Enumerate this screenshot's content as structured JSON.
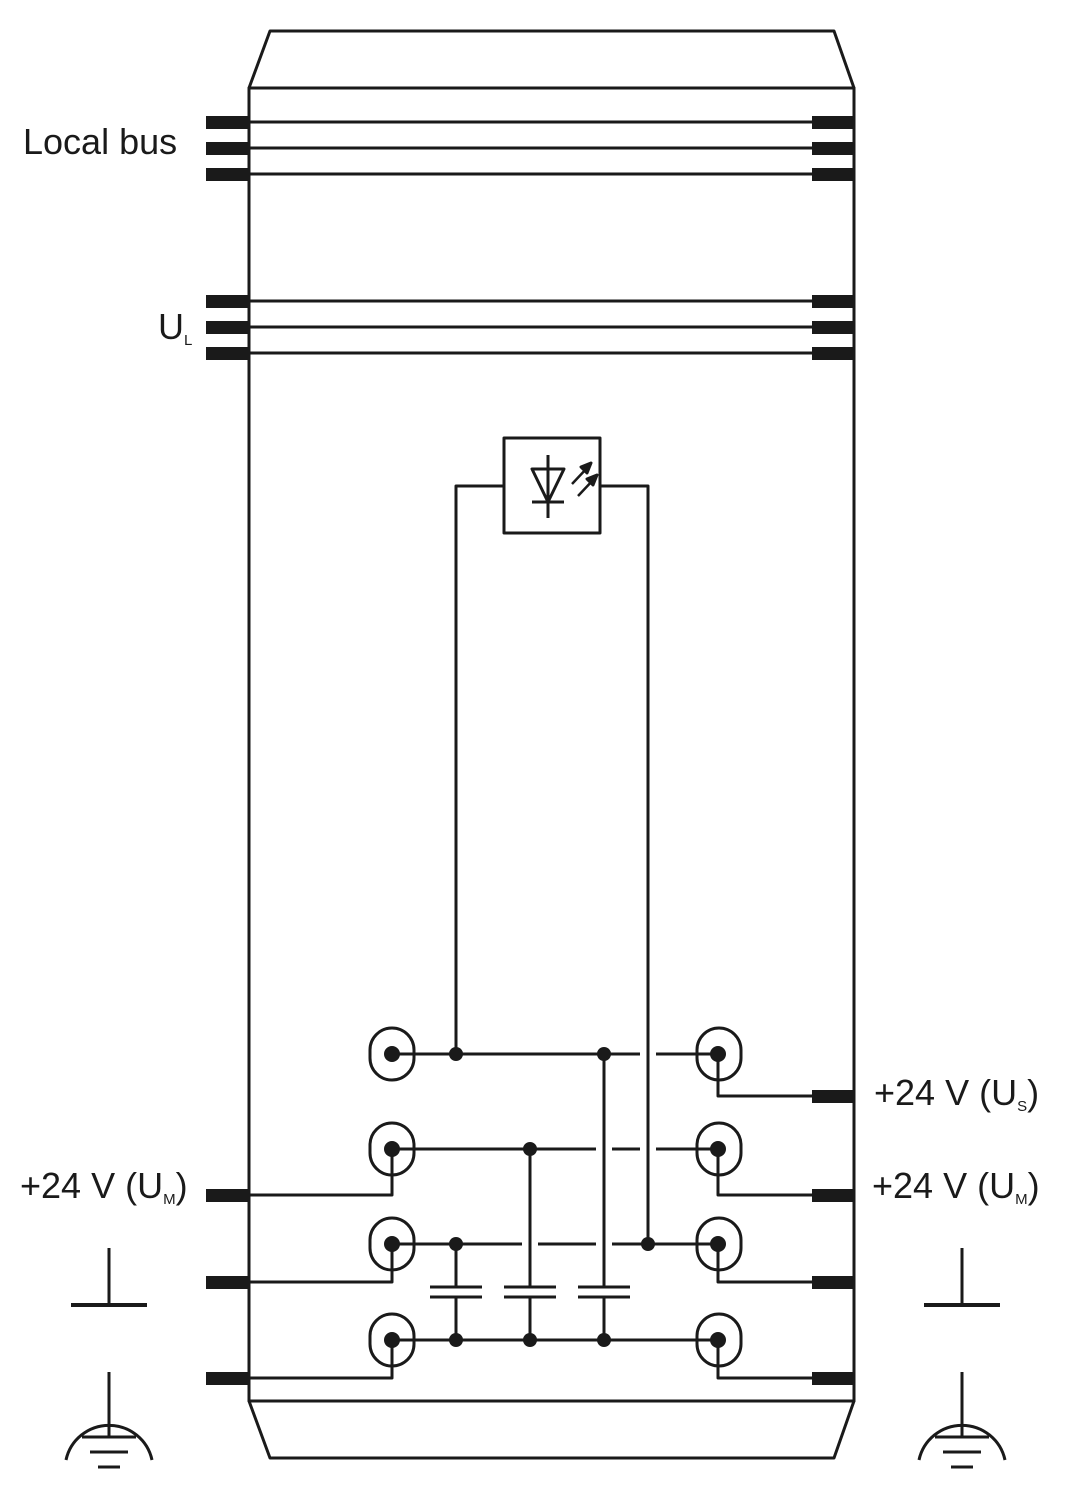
{
  "labels": {
    "local_bus": "Local bus",
    "ul_main": "U",
    "ul_sub": "L",
    "left_um_main": "+24 V (U",
    "left_um_sub": "M",
    "left_um_close": ")",
    "right_us_main": "+24 V (U",
    "right_us_sub": "S",
    "right_us_close": ")",
    "right_um_main": "+24 V (U",
    "right_um_sub": "M",
    "right_um_close": ")"
  },
  "colors": {
    "line": "#1a1a1a",
    "background": "#ffffff"
  },
  "symbols": [
    "led-optocoupler-icon",
    "ground-icon",
    "protective-earth-icon",
    "capacitor-icon",
    "terminal-icon"
  ]
}
